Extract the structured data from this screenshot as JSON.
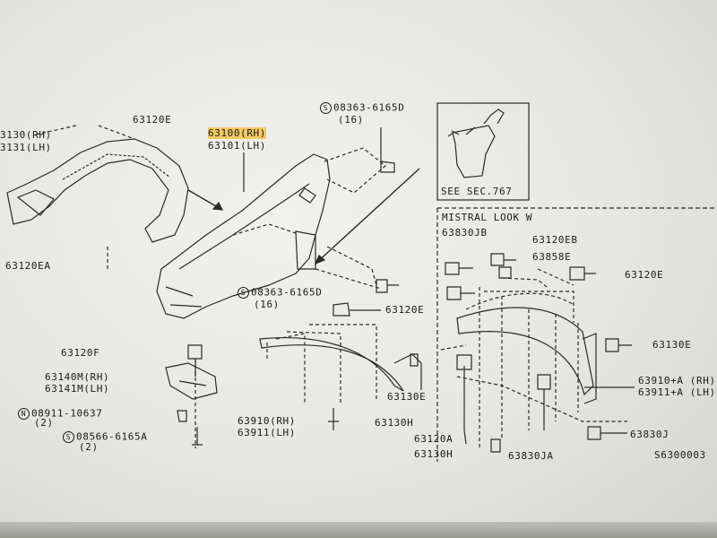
{
  "callouts": {
    "c63130rh": "3130(RH)",
    "c63131lh": "3131(LH)",
    "c63120e_top": "63120E",
    "c63120ea": "63120EA",
    "c63100rh": "63100(RH)",
    "c63101lh": "63101(LH)",
    "bolt_top_code": "08363-6165D",
    "bolt_top_qty": "(16)",
    "bolt_mid_code": "08363-6165D",
    "bolt_mid_qty": "(16)",
    "c63120e_mid": "63120E",
    "c63120f": "63120F",
    "c63140m": "63140M(RH)",
    "c63141m": "63141M(LH)",
    "nut_code": "08911-10637",
    "nut_qty": "(2)",
    "screw_code": "08566-6165A",
    "screw_qty": "(2)",
    "c63910rh": "63910(RH)",
    "c63911lh": "63911(LH)",
    "c63130e_mid": "63130E",
    "c63130h_mid": "63130H"
  },
  "see_sec": "SEE SEC.767",
  "mistral": {
    "header": "MISTRAL LOOK W",
    "c63830jb": "63830JB",
    "c63120eb": "63120EB",
    "c63858e": "63858E",
    "c63120e": "63120E",
    "c63130e": "63130E",
    "c63910a": "63910+A (RH)",
    "c63911a": "63911+A (LH)",
    "c63830j": "63830J",
    "c63120a": "63120A",
    "c63130h": "63130H",
    "c63830ja": "63830JA"
  },
  "figure_code": "S6300003",
  "symbols": {
    "s": "S",
    "n": "N"
  },
  "colors": {
    "highlight": "#f3c964",
    "ink": "#1a1a1a",
    "paper": "#efefec"
  }
}
